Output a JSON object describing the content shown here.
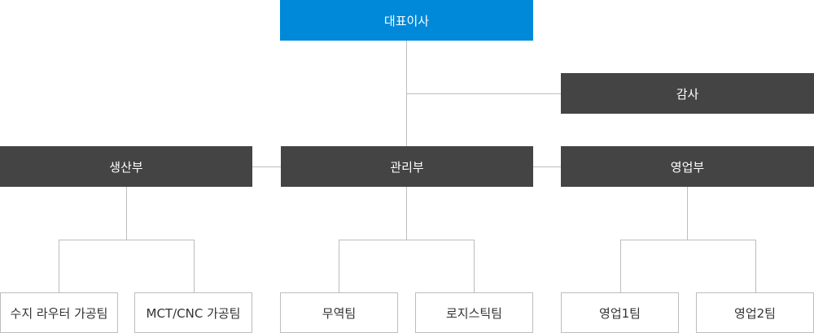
{
  "ceo": {
    "label": "대표이사"
  },
  "auditor": {
    "label": "감사"
  },
  "departments": {
    "production": {
      "label": "생산부"
    },
    "management": {
      "label": "관리부"
    },
    "sales": {
      "label": "영업부"
    }
  },
  "teams": {
    "resin_router": {
      "label": "수지 라우터 가공팀"
    },
    "mct_cnc": {
      "label": "MCT/CNC 가공팀"
    },
    "trade": {
      "label": "무역팀"
    },
    "logistics": {
      "label": "로지스틱팀"
    },
    "sales1": {
      "label": "영업1팀"
    },
    "sales2": {
      "label": "영업2팀"
    }
  },
  "colors": {
    "ceo": "#0089d8",
    "department": "#444444",
    "team_border": "#bdbdbd",
    "connector": "#bdbdbd"
  }
}
